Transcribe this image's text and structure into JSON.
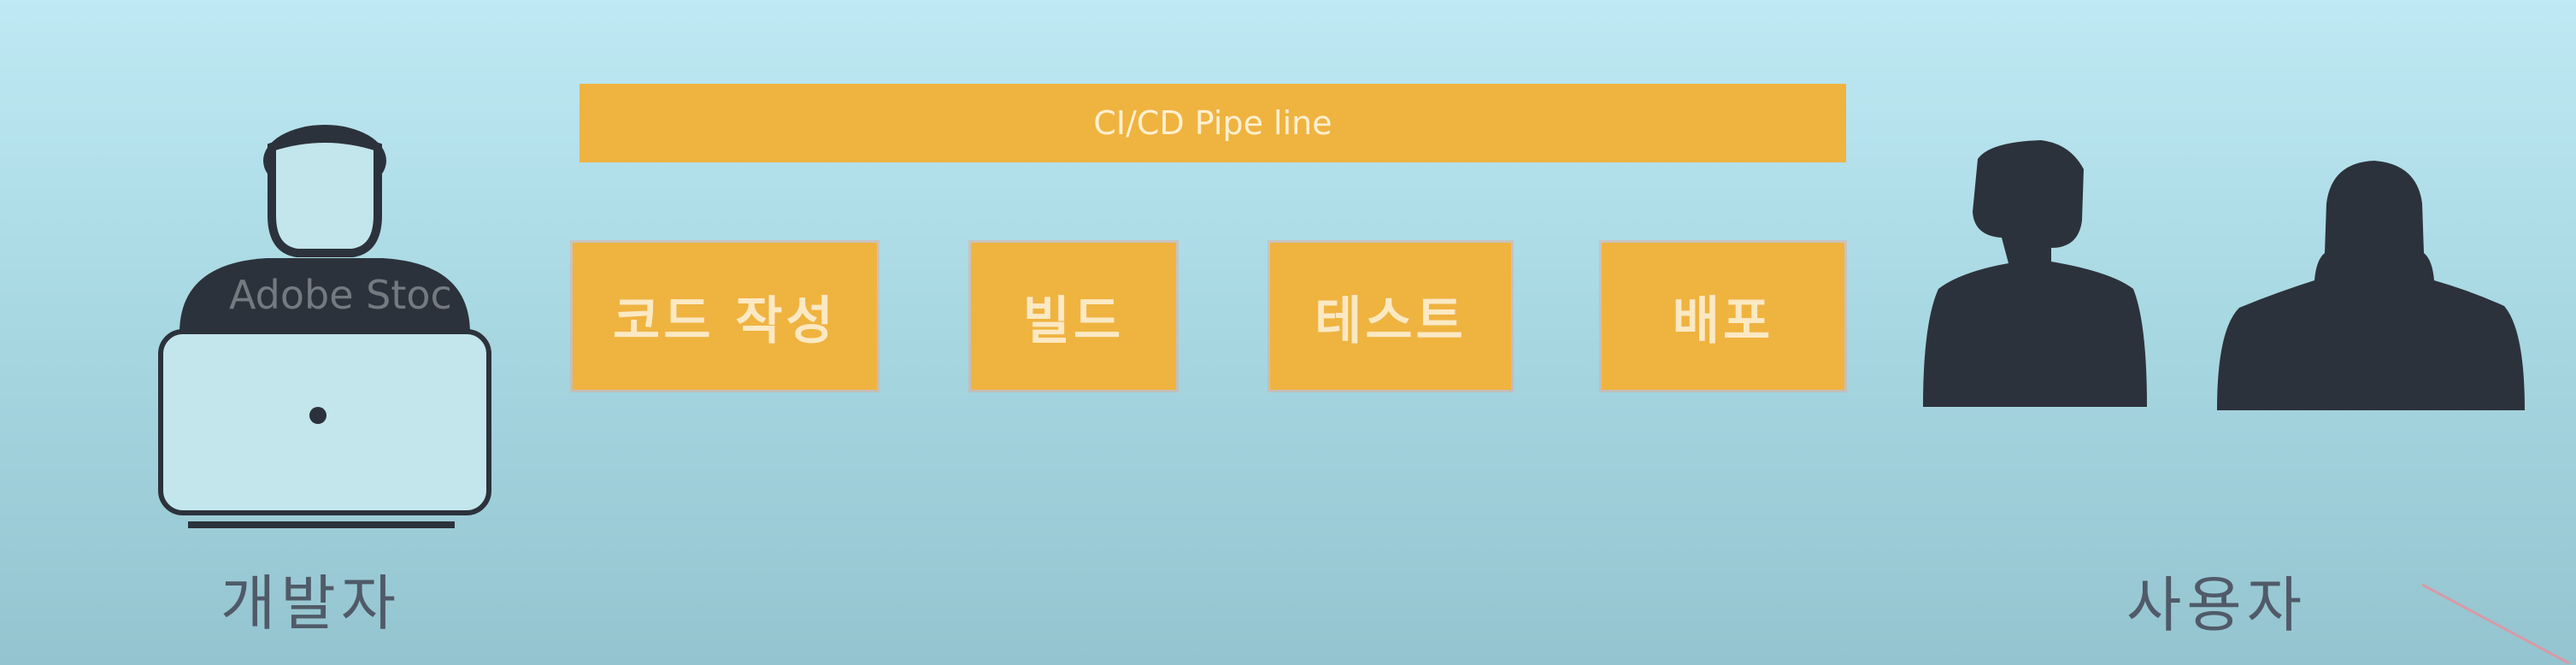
{
  "pipeline": {
    "title": "CI/CD Pipe line"
  },
  "stages": [
    {
      "label": "코드 작성"
    },
    {
      "label": "빌드"
    },
    {
      "label": "테스트"
    },
    {
      "label": "배포"
    }
  ],
  "developer": {
    "label": "개발자",
    "watermark": "Adobe Stoc"
  },
  "users": {
    "label": "사용자"
  },
  "colors": {
    "stage": "#efb340",
    "background_top": "#bfe9f4",
    "background_bottom": "#94c4cf",
    "icon": "#2c323b"
  }
}
